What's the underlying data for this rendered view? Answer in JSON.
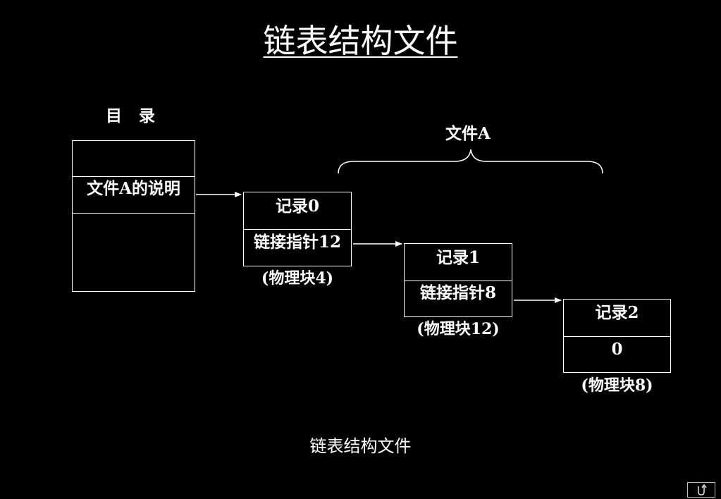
{
  "title": "链表结构文件",
  "directory": {
    "heading": "目录",
    "entry": "文件A的说明"
  },
  "file_label": "文件A",
  "blocks": [
    {
      "record": "记录0",
      "pointer": "链接指针12",
      "physical": "(物理块4)"
    },
    {
      "record": "记录1",
      "pointer": "链接指针8",
      "physical": "(物理块12)"
    },
    {
      "record": "记录2",
      "pointer": "0",
      "physical": "(物理块8)"
    }
  ],
  "caption": "链表结构文件",
  "nav_icon": "return-icon"
}
